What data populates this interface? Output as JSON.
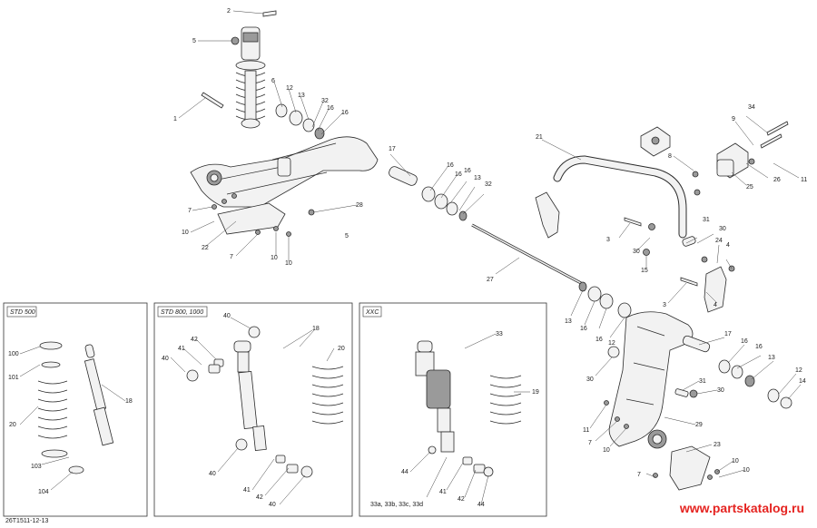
{
  "boxes": {
    "std500": "STD 500",
    "std800": "STD 800, 1000",
    "xxc": "XXC"
  },
  "labels": {
    "l1": "1",
    "l2": "2",
    "l3a": "3",
    "l3b": "3",
    "l4a": "4",
    "l4b": "4",
    "l5a": "5",
    "l5b": "5",
    "l6": "6",
    "l7a": "7",
    "l7b": "7",
    "l7c": "7",
    "l7d": "7",
    "l8": "8",
    "l9": "9",
    "l10a": "10",
    "l10b": "10",
    "l10c": "10",
    "l10d": "10",
    "l10e": "10",
    "l11a": "11",
    "l11b": "11",
    "l12a": "12",
    "l12b": "12",
    "l13a": "13",
    "l13b": "13",
    "l13c": "13",
    "l13d": "13",
    "l14": "14",
    "l15": "15",
    "l16a": "16",
    "l16b": "16",
    "l16c": "16",
    "l16d": "16",
    "l16e": "16",
    "l17a": "17",
    "l17b": "17",
    "l18a": "18",
    "l18b": "18",
    "l19": "19",
    "l20a": "20",
    "l20b": "20",
    "l21": "21",
    "l22": "22",
    "l23": "23",
    "l24": "24",
    "l25": "25",
    "l26": "26",
    "l27": "27",
    "l28": "28",
    "l29": "29",
    "l30a": "30",
    "l30b": "30",
    "l30c": "30",
    "l30d": "30",
    "l31a": "31",
    "l31b": "31",
    "l32a": "32",
    "l32b": "32",
    "l33": "33",
    "l34": "34",
    "l40a": "40",
    "l40b": "40",
    "l40c": "40",
    "l40d": "40",
    "l41a": "41",
    "l41b": "41",
    "l41c": "41",
    "l42a": "42",
    "l42b": "42",
    "l42c": "42",
    "l44a": "44",
    "l44b": "44",
    "l100": "100",
    "l101": "101",
    "l103": "103",
    "l104": "104",
    "l33s": "33a, 33b, 33c, 33d"
  },
  "figure_code": "26T1511-12-13",
  "watermark": "www.partskatalog.ru"
}
